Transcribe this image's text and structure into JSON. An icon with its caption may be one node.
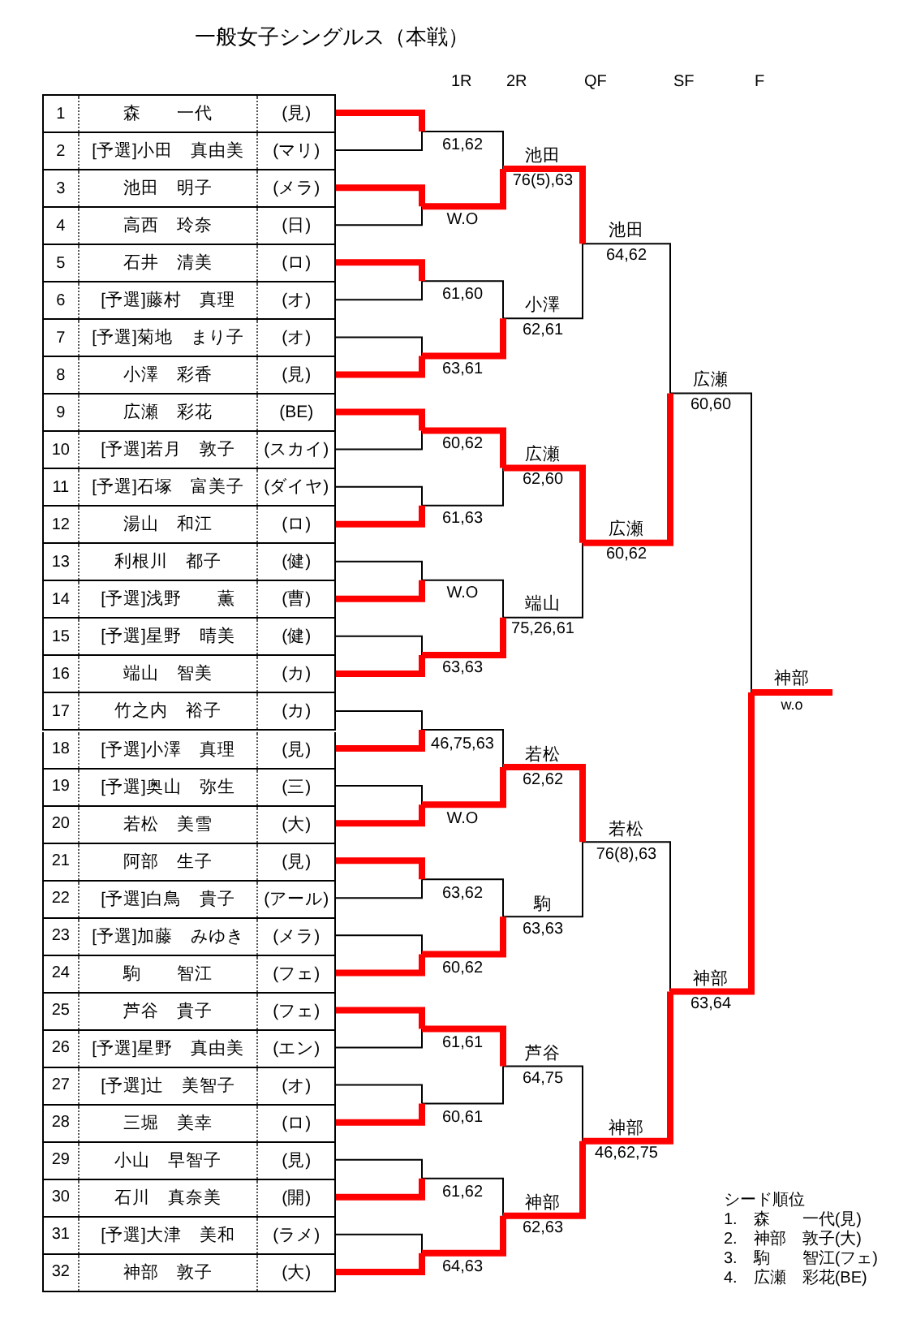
{
  "diagram": {
    "title": "一般女子シングルス（本戦）",
    "nodes": [
      {
        "text": [
          "1",
          "森　　一代",
          "(見)"
        ]
      },
      {
        "text": [
          "2",
          "[予選]小田　真由美",
          "(マリ)"
        ]
      },
      {
        "text": [
          "3",
          "池田　明子",
          "(メラ)"
        ]
      },
      {
        "text": [
          "4",
          "高西　玲奈",
          "(日)"
        ]
      },
      {
        "text": [
          "5",
          "石井　清美",
          "(ロ)"
        ]
      },
      {
        "text": [
          "6",
          "[予選]藤村　真理",
          "(オ)"
        ]
      },
      {
        "text": [
          "7",
          "[予選]菊地　まり子",
          "(オ)"
        ]
      },
      {
        "text": [
          "8",
          "小澤　彩香",
          "(見)"
        ]
      },
      {
        "text": [
          "9",
          "広瀬　彩花",
          "(BE)"
        ]
      },
      {
        "text": [
          "10",
          "[予選]若月　敦子",
          "(スカイ)"
        ]
      },
      {
        "text": [
          "11",
          "[予選]石塚　富美子",
          "(ダイヤ)"
        ]
      },
      {
        "text": [
          "12",
          "湯山　和江",
          "(ロ)"
        ]
      },
      {
        "text": [
          "13",
          "利根川　都子",
          "(健)"
        ]
      },
      {
        "text": [
          "14",
          "[予選]浅野　　薫",
          "(曹)"
        ]
      },
      {
        "text": [
          "15",
          "[予選]星野　晴美",
          "(健)"
        ]
      },
      {
        "text": [
          "16",
          "端山　智美",
          "(カ)"
        ]
      },
      {
        "text": [
          "17",
          "竹之内　裕子",
          "(カ)"
        ]
      },
      {
        "text": [
          "18",
          "[予選]小澤　真理",
          "(見)"
        ]
      },
      {
        "text": [
          "19",
          "[予選]奥山　弥生",
          "(三)"
        ]
      },
      {
        "text": [
          "20",
          "若松　美雪",
          "(大)"
        ]
      },
      {
        "text": [
          "21",
          "阿部　生子",
          "(見)"
        ]
      },
      {
        "text": [
          "22",
          "[予選]白鳥　貴子",
          "(アール)"
        ]
      },
      {
        "text": [
          "23",
          "[予選]加藤　みゆき",
          "(メラ)"
        ]
      },
      {
        "text": [
          "24",
          "駒　　智江",
          "(フェ)"
        ]
      },
      {
        "text": [
          "25",
          "芦谷　貴子",
          "(フェ)"
        ]
      },
      {
        "text": [
          "26",
          "[予選]星野　真由美",
          "(エン)"
        ]
      },
      {
        "text": [
          "27",
          "[予選]辻　美智子",
          "(オ)"
        ]
      },
      {
        "text": [
          "28",
          "三堀　美幸",
          "(ロ)"
        ]
      },
      {
        "text": [
          "29",
          "小山　早智子",
          "(見)"
        ]
      },
      {
        "text": [
          "30",
          "石川　真奈美",
          "(開)"
        ]
      },
      {
        "text": [
          "31",
          "[予選]大津　美和",
          "(ラメ)"
        ]
      },
      {
        "text": [
          "32",
          "神部　敦子",
          "(大)"
        ]
      },
      {
        "text": [
          "61,62"
        ]
      },
      {
        "text": [
          "W.O"
        ]
      },
      {
        "text": [
          "61,60"
        ]
      },
      {
        "text": [
          "63,61"
        ]
      },
      {
        "text": [
          "60,62"
        ]
      },
      {
        "text": [
          "61,63"
        ]
      },
      {
        "text": [
          "W.O"
        ]
      },
      {
        "text": [
          "63,63"
        ]
      },
      {
        "text": [
          "46,75,63"
        ]
      },
      {
        "text": [
          "W.O"
        ]
      },
      {
        "text": [
          "63,62"
        ]
      },
      {
        "text": [
          "60,62"
        ]
      },
      {
        "text": [
          "61,61"
        ]
      },
      {
        "text": [
          "60,61"
        ]
      },
      {
        "text": [
          "61,62"
        ]
      },
      {
        "text": [
          "64,63"
        ]
      },
      {
        "text": [
          "池田",
          "76(5),63"
        ]
      },
      {
        "text": [
          "小澤",
          "62,61"
        ]
      },
      {
        "text": [
          "広瀬",
          "62,60"
        ]
      },
      {
        "text": [
          "端山",
          "75,26,61"
        ]
      },
      {
        "text": [
          "若松",
          "62,62"
        ]
      },
      {
        "text": [
          "駒",
          "63,63"
        ]
      },
      {
        "text": [
          "芦谷",
          "64,75"
        ]
      },
      {
        "text": [
          "神部",
          "62,63"
        ]
      },
      {
        "text": [
          "池田",
          "64,62"
        ]
      },
      {
        "text": [
          "広瀬",
          "60,62"
        ]
      },
      {
        "text": [
          "若松",
          "76(8),63"
        ]
      },
      {
        "text": [
          "神部",
          "46,62,75"
        ]
      },
      {
        "text": [
          "広瀬",
          "60,60"
        ]
      },
      {
        "text": [
          "神部",
          "63,64"
        ]
      },
      {
        "text": [
          "神部",
          "w.o"
        ]
      }
    ],
    "edges": [
      {
        "from": 0,
        "to": 32,
        "arrow": "none"
      },
      {
        "from": 1,
        "to": 32,
        "arrow": "none",
        "color": "#000000"
      },
      {
        "from": 2,
        "to": 33,
        "arrow": "none"
      },
      {
        "from": 3,
        "to": 33,
        "arrow": "none",
        "color": "#000000"
      },
      {
        "from": 4,
        "to": 34,
        "arrow": "none"
      },
      {
        "from": 5,
        "to": 34,
        "arrow": "none",
        "color": "#000000"
      },
      {
        "from": 6,
        "to": 35,
        "arrow": "none",
        "color": "#000000"
      },
      {
        "from": 7,
        "to": 35,
        "arrow": "none"
      },
      {
        "from": 8,
        "to": 36,
        "arrow": "none"
      },
      {
        "from": 9,
        "to": 36,
        "arrow": "none",
        "color": "#000000"
      },
      {
        "from": 10,
        "to": 37,
        "arrow": "none",
        "color": "#000000"
      },
      {
        "from": 11,
        "to": 37,
        "arrow": "none"
      },
      {
        "from": 12,
        "to": 38,
        "arrow": "none",
        "color": "#000000"
      },
      {
        "from": 13,
        "to": 38,
        "arrow": "none"
      },
      {
        "from": 14,
        "to": 39,
        "arrow": "none",
        "color": "#000000"
      },
      {
        "from": 15,
        "to": 39,
        "arrow": "none"
      },
      {
        "from": 16,
        "to": 40,
        "arrow": "none",
        "color": "#000000"
      },
      {
        "from": 17,
        "to": 40,
        "arrow": "none"
      },
      {
        "from": 18,
        "to": 41,
        "arrow": "none",
        "color": "#000000"
      },
      {
        "from": 19,
        "to": 41,
        "arrow": "none"
      },
      {
        "from": 20,
        "to": 42,
        "arrow": "none"
      },
      {
        "from": 21,
        "to": 42,
        "arrow": "none",
        "color": "#000000"
      },
      {
        "from": 22,
        "to": 43,
        "arrow": "none",
        "color": "#000000"
      },
      {
        "from": 23,
        "to": 43,
        "arrow": "none"
      },
      {
        "from": 24,
        "to": 44,
        "arrow": "none"
      },
      {
        "from": 25,
        "to": 44,
        "arrow": "none",
        "color": "#000000"
      },
      {
        "from": 26,
        "to": 45,
        "arrow": "none",
        "color": "#000000"
      },
      {
        "from": 27,
        "to": 45,
        "arrow": "none"
      },
      {
        "from": 28,
        "to": 46,
        "arrow": "none",
        "color": "#000000"
      },
      {
        "from": 29,
        "to": 46,
        "arrow": "none"
      },
      {
        "from": 30,
        "to": 47,
        "arrow": "none",
        "color": "#000000"
      },
      {
        "from": 31,
        "to": 47,
        "arrow": "none"
      },
      {
        "from": 32,
        "to": 48,
        "arrow": "none",
        "color": "#000000"
      },
      {
        "from": 33,
        "to": 48,
        "arrow": "none"
      },
      {
        "from": 34,
        "to": 49,
        "arrow": "none",
        "color": "#000000"
      },
      {
        "from": 35,
        "to": 49,
        "arrow": "none"
      },
      {
        "from": 36,
        "to": 50,
        "arrow": "none"
      },
      {
        "from": 37,
        "to": 50,
        "arrow": "none",
        "color": "#000000"
      },
      {
        "from": 38,
        "to": 51,
        "arrow": "none",
        "color": "#000000"
      },
      {
        "from": 39,
        "to": 51,
        "arrow": "none"
      },
      {
        "from": 40,
        "to": 52,
        "arrow": "none",
        "color": "#000000"
      },
      {
        "from": 41,
        "to": 52,
        "arrow": "none"
      },
      {
        "from": 42,
        "to": 53,
        "arrow": "none",
        "color": "#000000"
      },
      {
        "from": 43,
        "to": 53,
        "arrow": "none"
      },
      {
        "from": 44,
        "to": 54,
        "arrow": "none"
      },
      {
        "from": 45,
        "to": 54,
        "arrow": "none",
        "color": "#000000"
      },
      {
        "from": 46,
        "to": 55,
        "arrow": "none",
        "color": "#000000"
      },
      {
        "from": 47,
        "to": 55,
        "arrow": "none"
      },
      {
        "from": 48,
        "to": 56,
        "arrow": "none"
      },
      {
        "from": 49,
        "to": 56,
        "arrow": "none",
        "color": "#000000"
      },
      {
        "from": 50,
        "to": 57,
        "arrow": "none"
      },
      {
        "from": 51,
        "to": 57,
        "arrow": "none",
        "color": "#000000"
      },
      {
        "from": 52,
        "to": 58,
        "arrow": "none"
      },
      {
        "from": 53,
        "to": 58,
        "arrow": "none",
        "color": "#000000"
      },
      {
        "from": 54,
        "to": 59,
        "arrow": "none",
        "color": "#000000"
      },
      {
        "from": 55,
        "to": 59,
        "arrow": "none"
      },
      {
        "from": 56,
        "to": 60,
        "arrow": "none",
        "color": "#000000"
      },
      {
        "from": 57,
        "to": 60,
        "arrow": "none"
      },
      {
        "from": 58,
        "to": 61,
        "arrow": "none",
        "color": "#000000"
      },
      {
        "from": 59,
        "to": 61,
        "arrow": "none"
      },
      {
        "from": 60,
        "to": 62,
        "arrow": "none",
        "color": "#000000"
      },
      {
        "from": 61,
        "to": 62,
        "arrow": "none"
      },
      {
        "from": 62,
        "to": null,
        "arrow": "none"
      }
    ],
    "labels": [
      "1R",
      "2R",
      "QF",
      "SF",
      "F",
      "シード順位",
      "1.　森　　一代(見)",
      "2.　神部　敦子(大)",
      "3.　駒　　智江(フェ)",
      "4.　広瀬　彩花(BE)"
    ]
  }
}
